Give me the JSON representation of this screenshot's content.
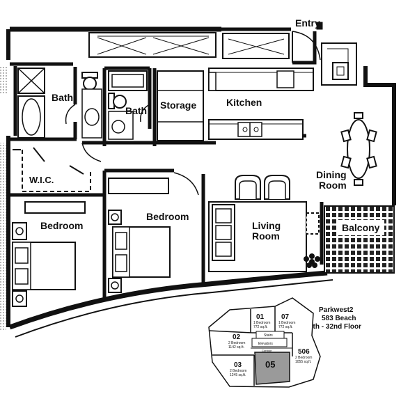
{
  "rooms": {
    "entry": "Entry",
    "bath1": "Bath",
    "bath2": "Bath",
    "storage": "Storage",
    "kitchen": "Kitchen",
    "dining_line1": "Dining",
    "dining_line2": "Room",
    "wic": "W.I.C.",
    "bedroom1": "Bedroom",
    "bedroom2": "Bedroom",
    "living_line1": "Living",
    "living_line2": "Room",
    "balcony": "Balcony"
  },
  "building": {
    "name": "Parkwest2",
    "address": "583 Beach",
    "floors": "6th - 32nd Floor"
  },
  "keyplan": {
    "u01": {
      "num": "01",
      "type": "1 Bedroom",
      "size": "772 sq.ft."
    },
    "u07": {
      "num": "07",
      "type": "1 Bedroom",
      "size": "772 sq.ft."
    },
    "u02": {
      "num": "02",
      "type": "2 Bedroom",
      "size": "1142 sq.ft."
    },
    "u506": {
      "num": "506",
      "type": "2 Bedroom",
      "size": "1055 sq.ft."
    },
    "u03": {
      "num": "03",
      "type": "2 Bedroom",
      "size": "1245 sq.ft."
    },
    "u05": {
      "num": "05"
    },
    "stairs": "Stairs",
    "elevators": "Elevators",
    "corridor": "Corridor",
    "highlight_color": "#9a9a9a"
  }
}
